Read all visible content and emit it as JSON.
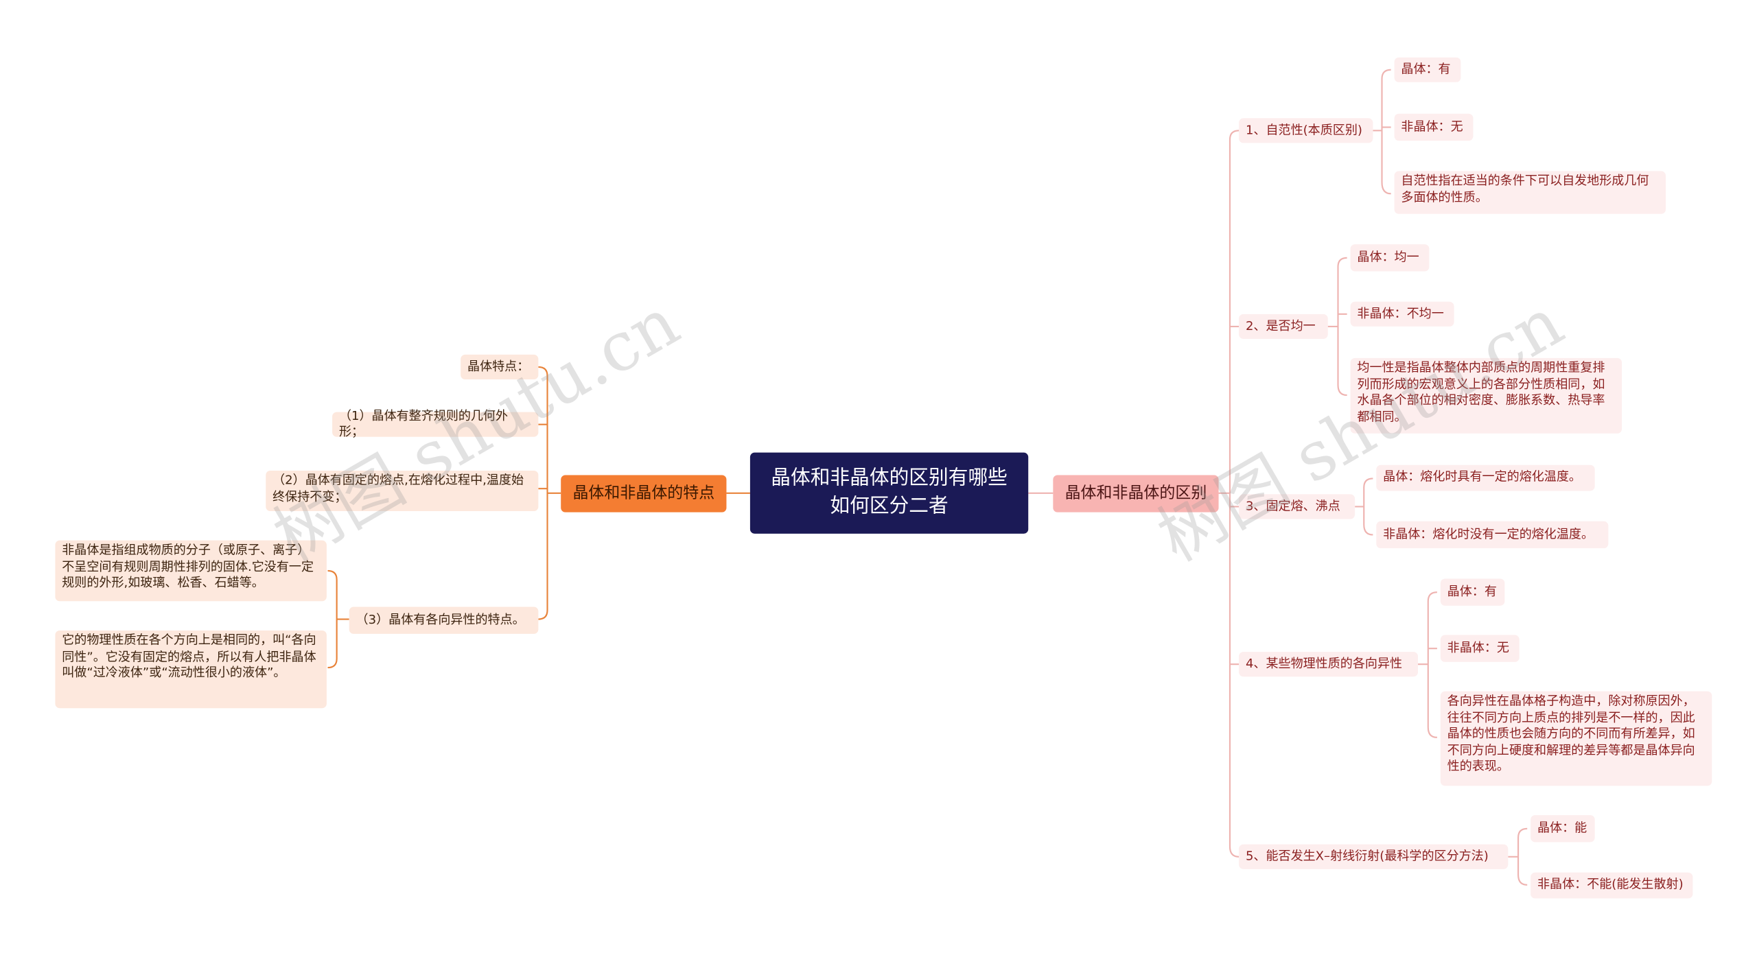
{
  "root": {
    "title": "晶体和非晶体的区别有哪些 如何区分二者"
  },
  "left_branch": {
    "label": "晶体和非晶体的特点",
    "items": [
      {
        "text": "晶体特点："
      },
      {
        "text": "（1）晶体有整齐规则的几何外形；"
      },
      {
        "text": "（2）晶体有固定的熔点,在熔化过程中,温度始终保持不变；"
      },
      {
        "text": "（3）晶体有各向异性的特点。",
        "children": [
          {
            "text": "非晶体是指组成物质的分子（或原子、离子）不呈空间有规则周期性排列的固体.它没有一定规则的外形,如玻璃、松香、石蜡等。"
          },
          {
            "text": "它的物理性质在各个方向上是相同的，叫“各向同性”。它没有固定的熔点，所以有人把非晶体叫做“过冷液体”或“流动性很小的液体”。"
          }
        ]
      }
    ]
  },
  "right_branch": {
    "label": "晶体和非晶体的区别",
    "items": [
      {
        "text": "1、自范性(本质区别)",
        "children": [
          {
            "text": "晶体：有"
          },
          {
            "text": "非晶体：无"
          },
          {
            "text": "自范性指在适当的条件下可以自发地形成几何多面体的性质。"
          }
        ]
      },
      {
        "text": "2、是否均一",
        "children": [
          {
            "text": "晶体：均一"
          },
          {
            "text": "非晶体：不均一"
          },
          {
            "text": "均一性是指晶体整体内部质点的周期性重复排列而形成的宏观意义上的各部分性质相同，如水晶各个部位的相对密度、膨胀系数、热导率都相同。"
          }
        ]
      },
      {
        "text": "3、固定熔、沸点",
        "children": [
          {
            "text": "晶体：熔化时具有一定的熔化温度。"
          },
          {
            "text": "非晶体：熔化时没有一定的熔化温度。"
          }
        ]
      },
      {
        "text": "4、某些物理性质的各向异性",
        "children": [
          {
            "text": "晶体：有"
          },
          {
            "text": "非晶体：无"
          },
          {
            "text": "各向异性在晶体格子构造中，除对称原因外，往往不同方向上质点的排列是不一样的，因此晶体的性质也会随方向的不同而有所差异，如不同方向上硬度和解理的差异等都是晶体异向性的表现。"
          }
        ]
      },
      {
        "text": "5、能否发生X–射线衍射(最科学的区分方法)",
        "children": [
          {
            "text": "晶体：能"
          },
          {
            "text": "非晶体：不能(能发生散射)"
          }
        ]
      }
    ]
  },
  "watermark": {
    "text": "树图 shutu.cn"
  },
  "colors": {
    "root": "#1b1a56",
    "left_accent": "#f47d32",
    "right_accent": "#f8b4b2",
    "left_line": "#e8833a",
    "right_line": "#eeb3b0"
  }
}
